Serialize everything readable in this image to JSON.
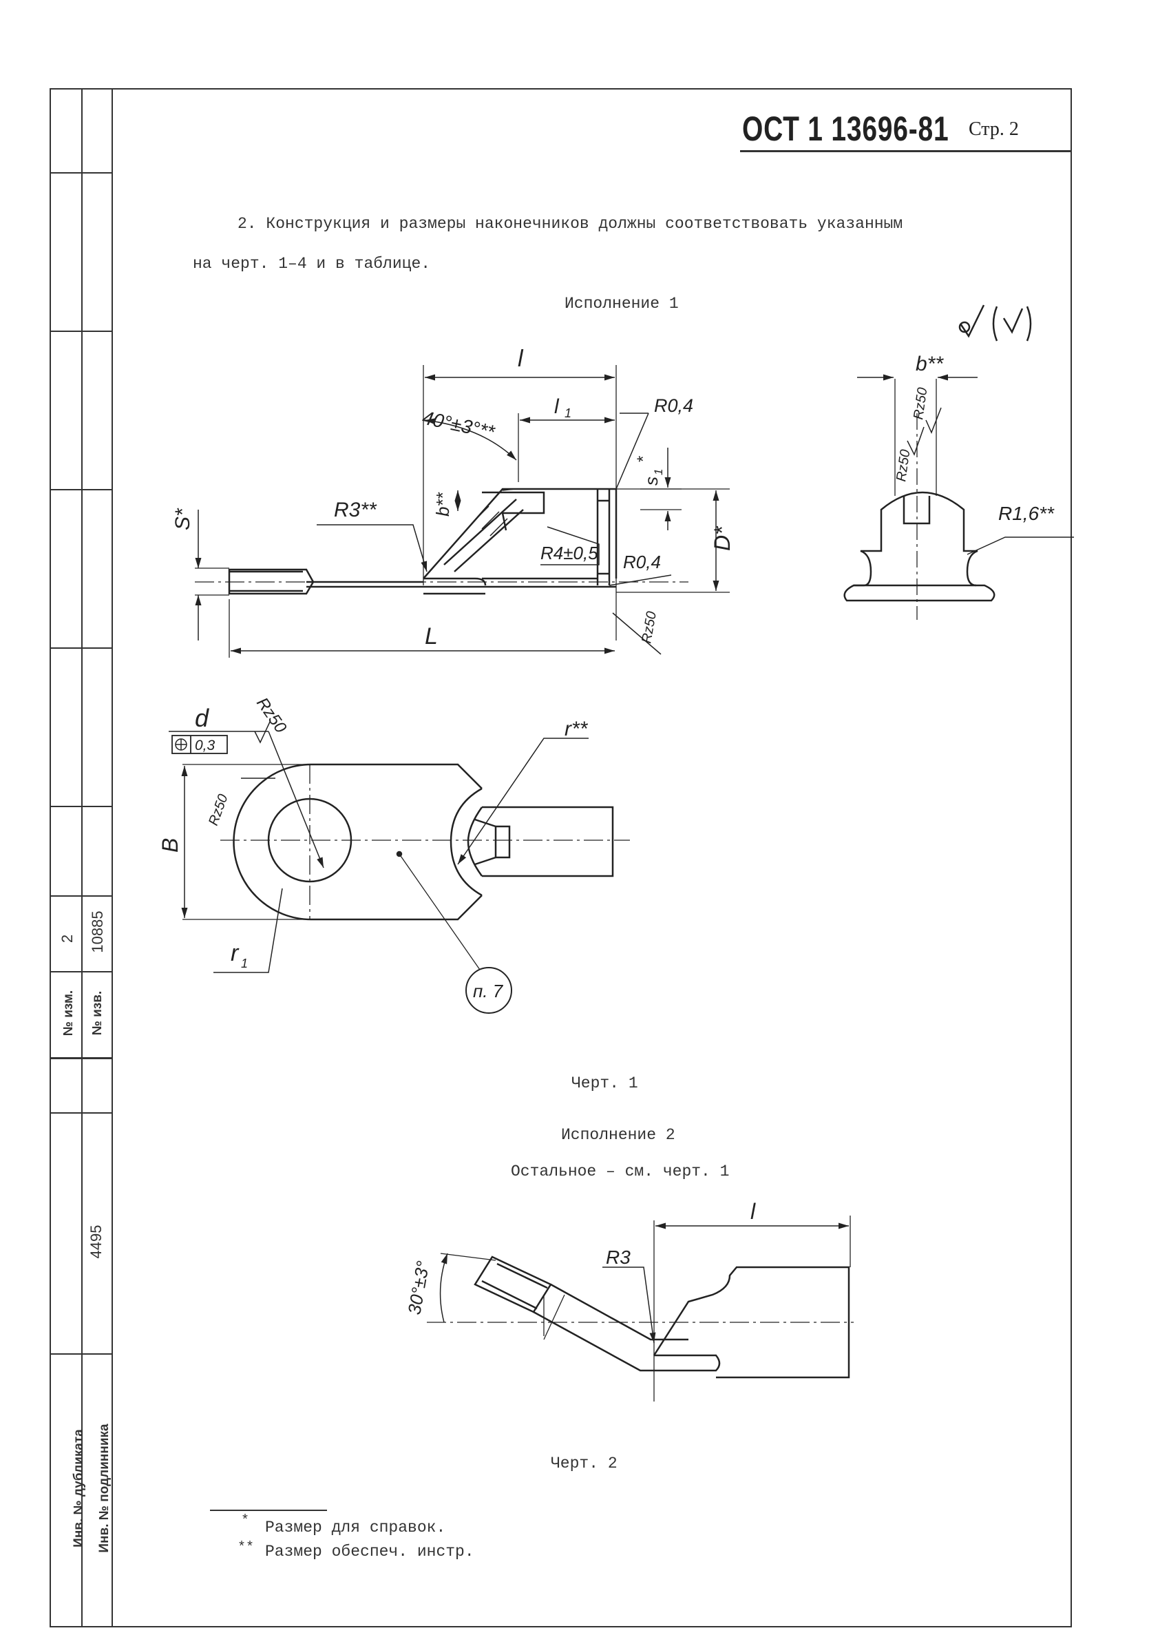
{
  "header": {
    "standard": "ОСТ 1 13696-81",
    "page": "Стр. 2"
  },
  "side_stamp": {
    "izm_label": "№ изм.",
    "izm_value": "2",
    "izv_label": "№ изв.",
    "izv_value": "10885",
    "inv_value": "4495",
    "dubl_label": "Инв. № дубликата",
    "podl_label": "Инв. № подлинника"
  },
  "body": {
    "para_line1": "2. Конструкция и размеры наконечников должны соответствовать указанным",
    "para_line2": "на черт. 1–4 и в таблице.",
    "variant1_title": "Исполнение 1",
    "fig1_caption": "Черт. 1",
    "variant2_title": "Исполнение 2",
    "variant2_note": "Остальное – см. черт. 1",
    "fig2_caption": "Черт. 2"
  },
  "fig1_labels": {
    "l": "l",
    "l1": "l",
    "l1_sub": "1",
    "angle": "40°±3°**",
    "r04_top": "R0,4",
    "s1": "s",
    "s1_sub": "1",
    "s1_star": "*",
    "b_top": "b**",
    "r3": "R3**",
    "s": "S*",
    "r4": "R4±0,5",
    "r04_bottom": "R0,4",
    "D": "D*",
    "L": "L",
    "rz50_right": "Rz50",
    "b_side": "b**",
    "rz50_side1": "Rz50",
    "rz50_side2": "Rz50",
    "r16": "R1,6**",
    "d": "d",
    "tol": "0,3",
    "rz50_plan1": "Rz50",
    "rz50_plan2": "Rz50",
    "B": "B",
    "r_star": "r**",
    "r1": "r",
    "r1_sub": "1",
    "callout": "п. 7"
  },
  "fig2_labels": {
    "l": "l",
    "angle": "30°±3°",
    "r3": "R3"
  },
  "footnotes": {
    "star1_mark": "*",
    "star1_text": "Размер для справок.",
    "star2_mark": "**",
    "star2_text": "Размер обеспеч. инстр."
  }
}
